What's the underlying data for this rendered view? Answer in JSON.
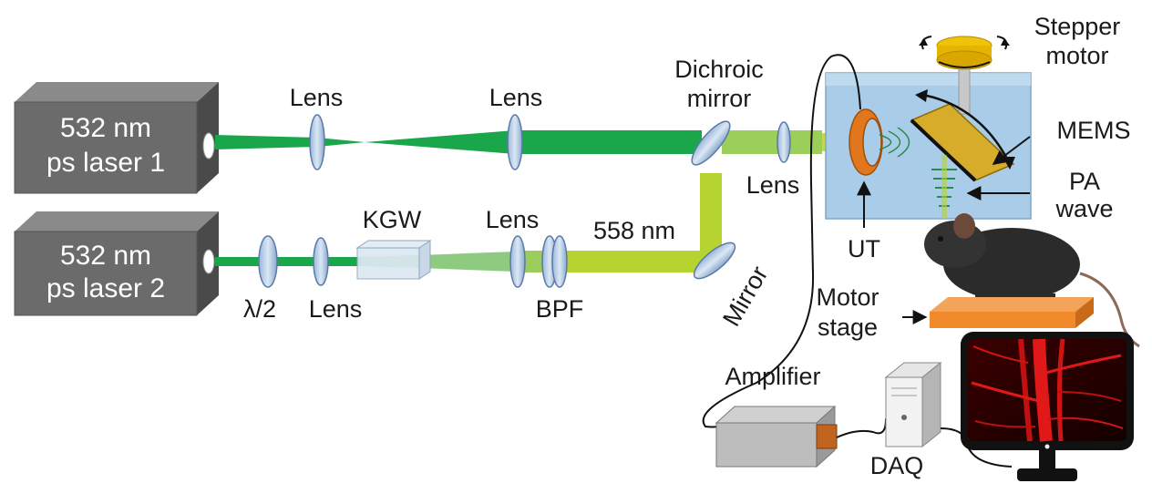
{
  "laser1": {
    "line1": "532 nm",
    "line2": "ps laser 1"
  },
  "laser2": {
    "line1": "532 nm",
    "line2": "ps laser 2"
  },
  "labels": {
    "lens_top_1": "Lens",
    "lens_top_2": "Lens",
    "lens_right": "Lens",
    "lens_bottom_1": "Lens",
    "lens_bottom_2": "Lens",
    "dichroic_1": "Dichroic",
    "dichroic_2": "mirror",
    "half_wave": "λ/2",
    "kgw": "KGW",
    "bpf": "BPF",
    "wavelength": "558 nm",
    "mirror": "Mirror",
    "stepper_1": "Stepper",
    "stepper_2": "motor",
    "mems": "MEMS",
    "pa_1": "PA",
    "pa_2": "wave",
    "ut": "UT",
    "motor_stage_1": "Motor",
    "motor_stage_2": "stage",
    "amplifier": "Amplifier",
    "daq": "DAQ"
  },
  "colors": {
    "green_beam": "#1aa64a",
    "yellow_green_beam": "#b6d430",
    "laser_box": "#666666",
    "water_tank": "#a9cde8",
    "transducer": "#e0771c",
    "mems_mirror": "#d7ac2a",
    "stage": "#f08a2a",
    "vessel": "#e01818"
  }
}
